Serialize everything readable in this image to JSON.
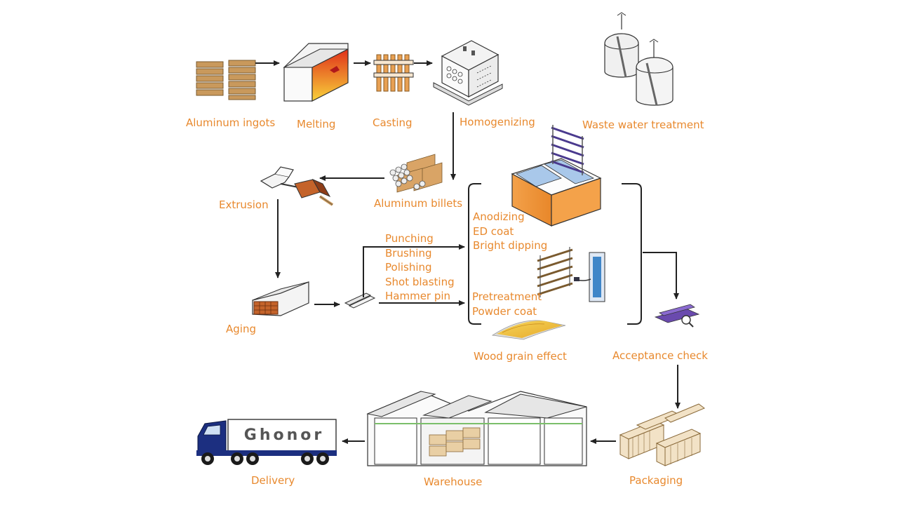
{
  "steps": {
    "ingots": "Aluminum ingots",
    "melting": "Melting",
    "casting": "Casting",
    "homogenizing": "Homogenizing",
    "waste_water": "Waste water treatment",
    "extrusion": "Extrusion",
    "billets": "Aluminum billets",
    "aging": "Aging",
    "wood_grain": "Wood grain effect",
    "acceptance": "Acceptance check",
    "packaging": "Packaging",
    "warehouse": "Warehouse",
    "delivery": "Delivery"
  },
  "mechanical_treatments": [
    "Punching",
    "Brushing",
    "Polishing",
    "Shot blasting",
    "Hammer pin"
  ],
  "surface_treatments_top": [
    "Anodizing",
    "ED coat",
    "Bright dipping"
  ],
  "surface_treatments_bottom": [
    "Pretreatment",
    "Powder coat"
  ],
  "truck_brand": "Ghonor",
  "colors": {
    "label": "#e8892e",
    "arrow": "#222222",
    "wood": "#c9995c",
    "tank": "#f4a24a",
    "truck_cab": "#1c2f80",
    "anodize_rack": "#5b4a9e"
  }
}
